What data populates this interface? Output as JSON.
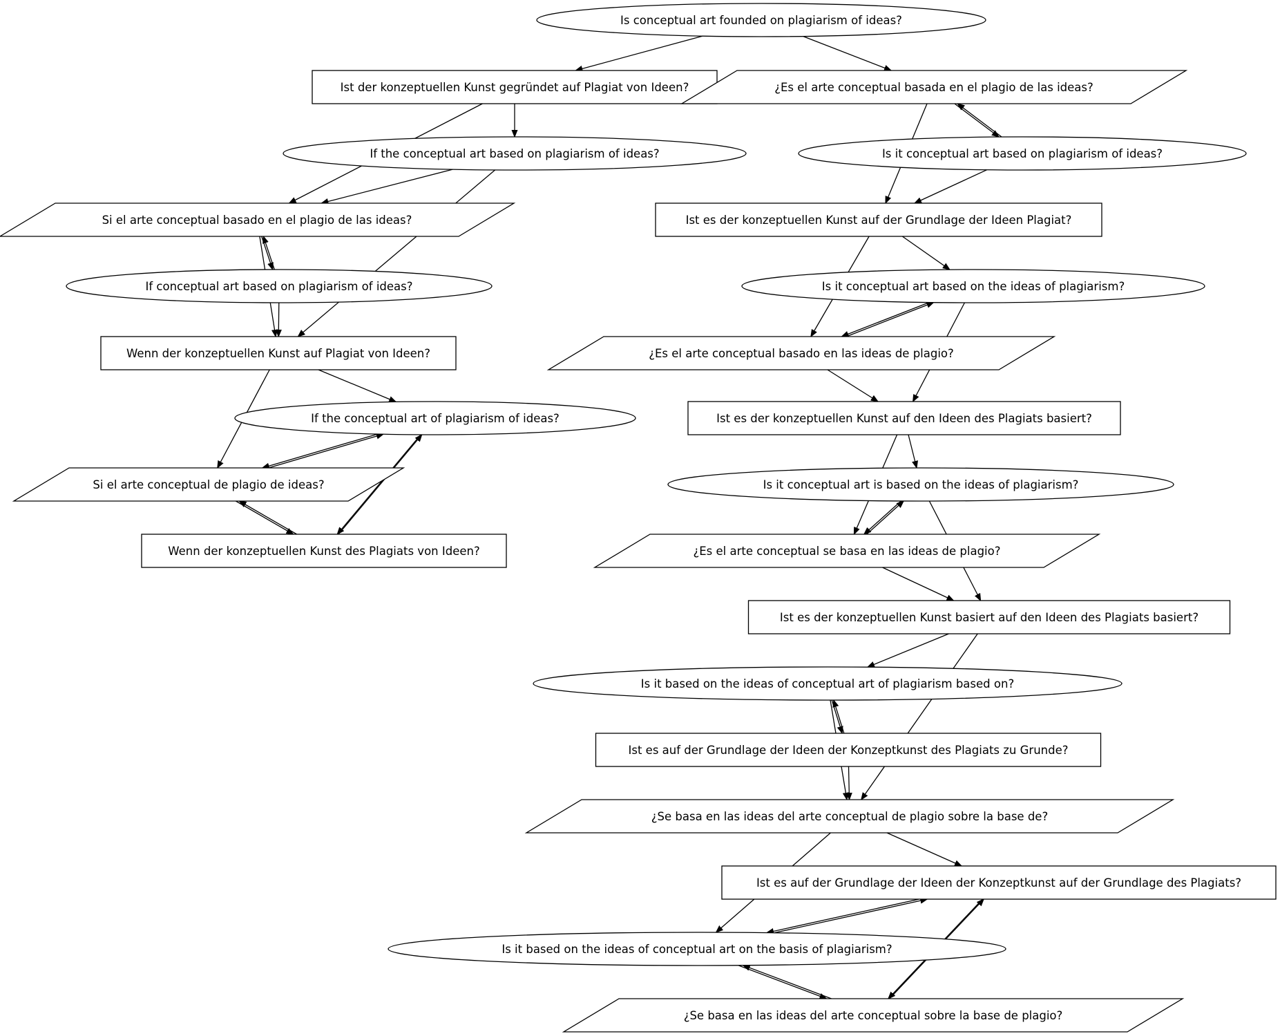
{
  "nodes": {
    "n0": "Is conceptual art founded on plagiarism of ideas?",
    "n1": "Ist der konzeptuellen Kunst gegründet auf Plagiat von Ideen?",
    "n2": "¿Es el arte conceptual basada en el plagio de las ideas?",
    "n3": "If the conceptual art based on plagiarism of ideas?",
    "n4": "Is it conceptual art based on plagiarism of ideas?",
    "n5": "Si el arte conceptual basado en el plagio de las ideas?",
    "n6": "Ist es der konzeptuellen Kunst auf der Grundlage der Ideen Plagiat?",
    "n7": "If conceptual art based on plagiarism of ideas?",
    "n8": "Is it conceptual art based on the ideas of plagiarism?",
    "n9": "Wenn der konzeptuellen Kunst auf Plagiat von Ideen?",
    "n10": "¿Es el arte conceptual basado en las ideas de plagio?",
    "n11": "If the conceptual art of plagiarism of ideas?",
    "n12": "Ist es der konzeptuellen Kunst auf den Ideen des Plagiats basiert?",
    "n13": "Si el arte conceptual de plagio de ideas?",
    "n14": "Is it conceptual art is based on the ideas of plagiarism?",
    "n15": "Wenn der konzeptuellen Kunst des Plagiats von Ideen?",
    "n16": "¿Es el arte conceptual se basa en las ideas de plagio?",
    "n17": "Ist es der konzeptuellen Kunst basiert auf den Ideen des Plagiats basiert?",
    "n18": "Is it based on the ideas of conceptual art of plagiarism based on?",
    "n19": "Ist es auf der Grundlage der Ideen der Konzeptkunst des Plagiats zu Grunde?",
    "n20": "¿Se basa en las ideas del arte conceptual de plagio sobre la base de?",
    "n21": "Ist es auf der Grundlage der Ideen der Konzeptkunst auf der Grundlage des Plagiats?",
    "n22": "Is it based on the ideas of conceptual art on the basis of plagiarism?",
    "n23": "¿Se basa en las ideas del arte conceptual sobre la base de plagio?"
  },
  "edges": [
    [
      "n0",
      "n1"
    ],
    [
      "n0",
      "n2"
    ],
    [
      "n1",
      "n3"
    ],
    [
      "n1",
      "n5"
    ],
    [
      "n2",
      "n4"
    ],
    [
      "n4",
      "n2"
    ],
    [
      "n2",
      "n6"
    ],
    [
      "n4",
      "n6"
    ],
    [
      "n3",
      "n5"
    ],
    [
      "n3",
      "n9"
    ],
    [
      "n5",
      "n7"
    ],
    [
      "n7",
      "n5"
    ],
    [
      "n5",
      "n9"
    ],
    [
      "n7",
      "n9"
    ],
    [
      "n6",
      "n8"
    ],
    [
      "n6",
      "n10"
    ],
    [
      "n10",
      "n8"
    ],
    [
      "n8",
      "n10"
    ],
    [
      "n8",
      "n12"
    ],
    [
      "n10",
      "n12"
    ],
    [
      "n9",
      "n11"
    ],
    [
      "n9",
      "n13"
    ],
    [
      "n13",
      "n11"
    ],
    [
      "n11",
      "n13"
    ],
    [
      "n11",
      "n15"
    ],
    [
      "n15",
      "n11"
    ],
    [
      "n13",
      "n15"
    ],
    [
      "n15",
      "n13"
    ],
    [
      "n12",
      "n14"
    ],
    [
      "n12",
      "n16"
    ],
    [
      "n16",
      "n14"
    ],
    [
      "n14",
      "n16"
    ],
    [
      "n14",
      "n17"
    ],
    [
      "n16",
      "n17"
    ],
    [
      "n17",
      "n18"
    ],
    [
      "n17",
      "n20"
    ],
    [
      "n18",
      "n19"
    ],
    [
      "n19",
      "n18"
    ],
    [
      "n18",
      "n20"
    ],
    [
      "n19",
      "n20"
    ],
    [
      "n20",
      "n21"
    ],
    [
      "n20",
      "n22"
    ],
    [
      "n22",
      "n21"
    ],
    [
      "n21",
      "n22"
    ],
    [
      "n21",
      "n23"
    ],
    [
      "n23",
      "n21"
    ],
    [
      "n22",
      "n23"
    ],
    [
      "n23",
      "n22"
    ]
  ]
}
